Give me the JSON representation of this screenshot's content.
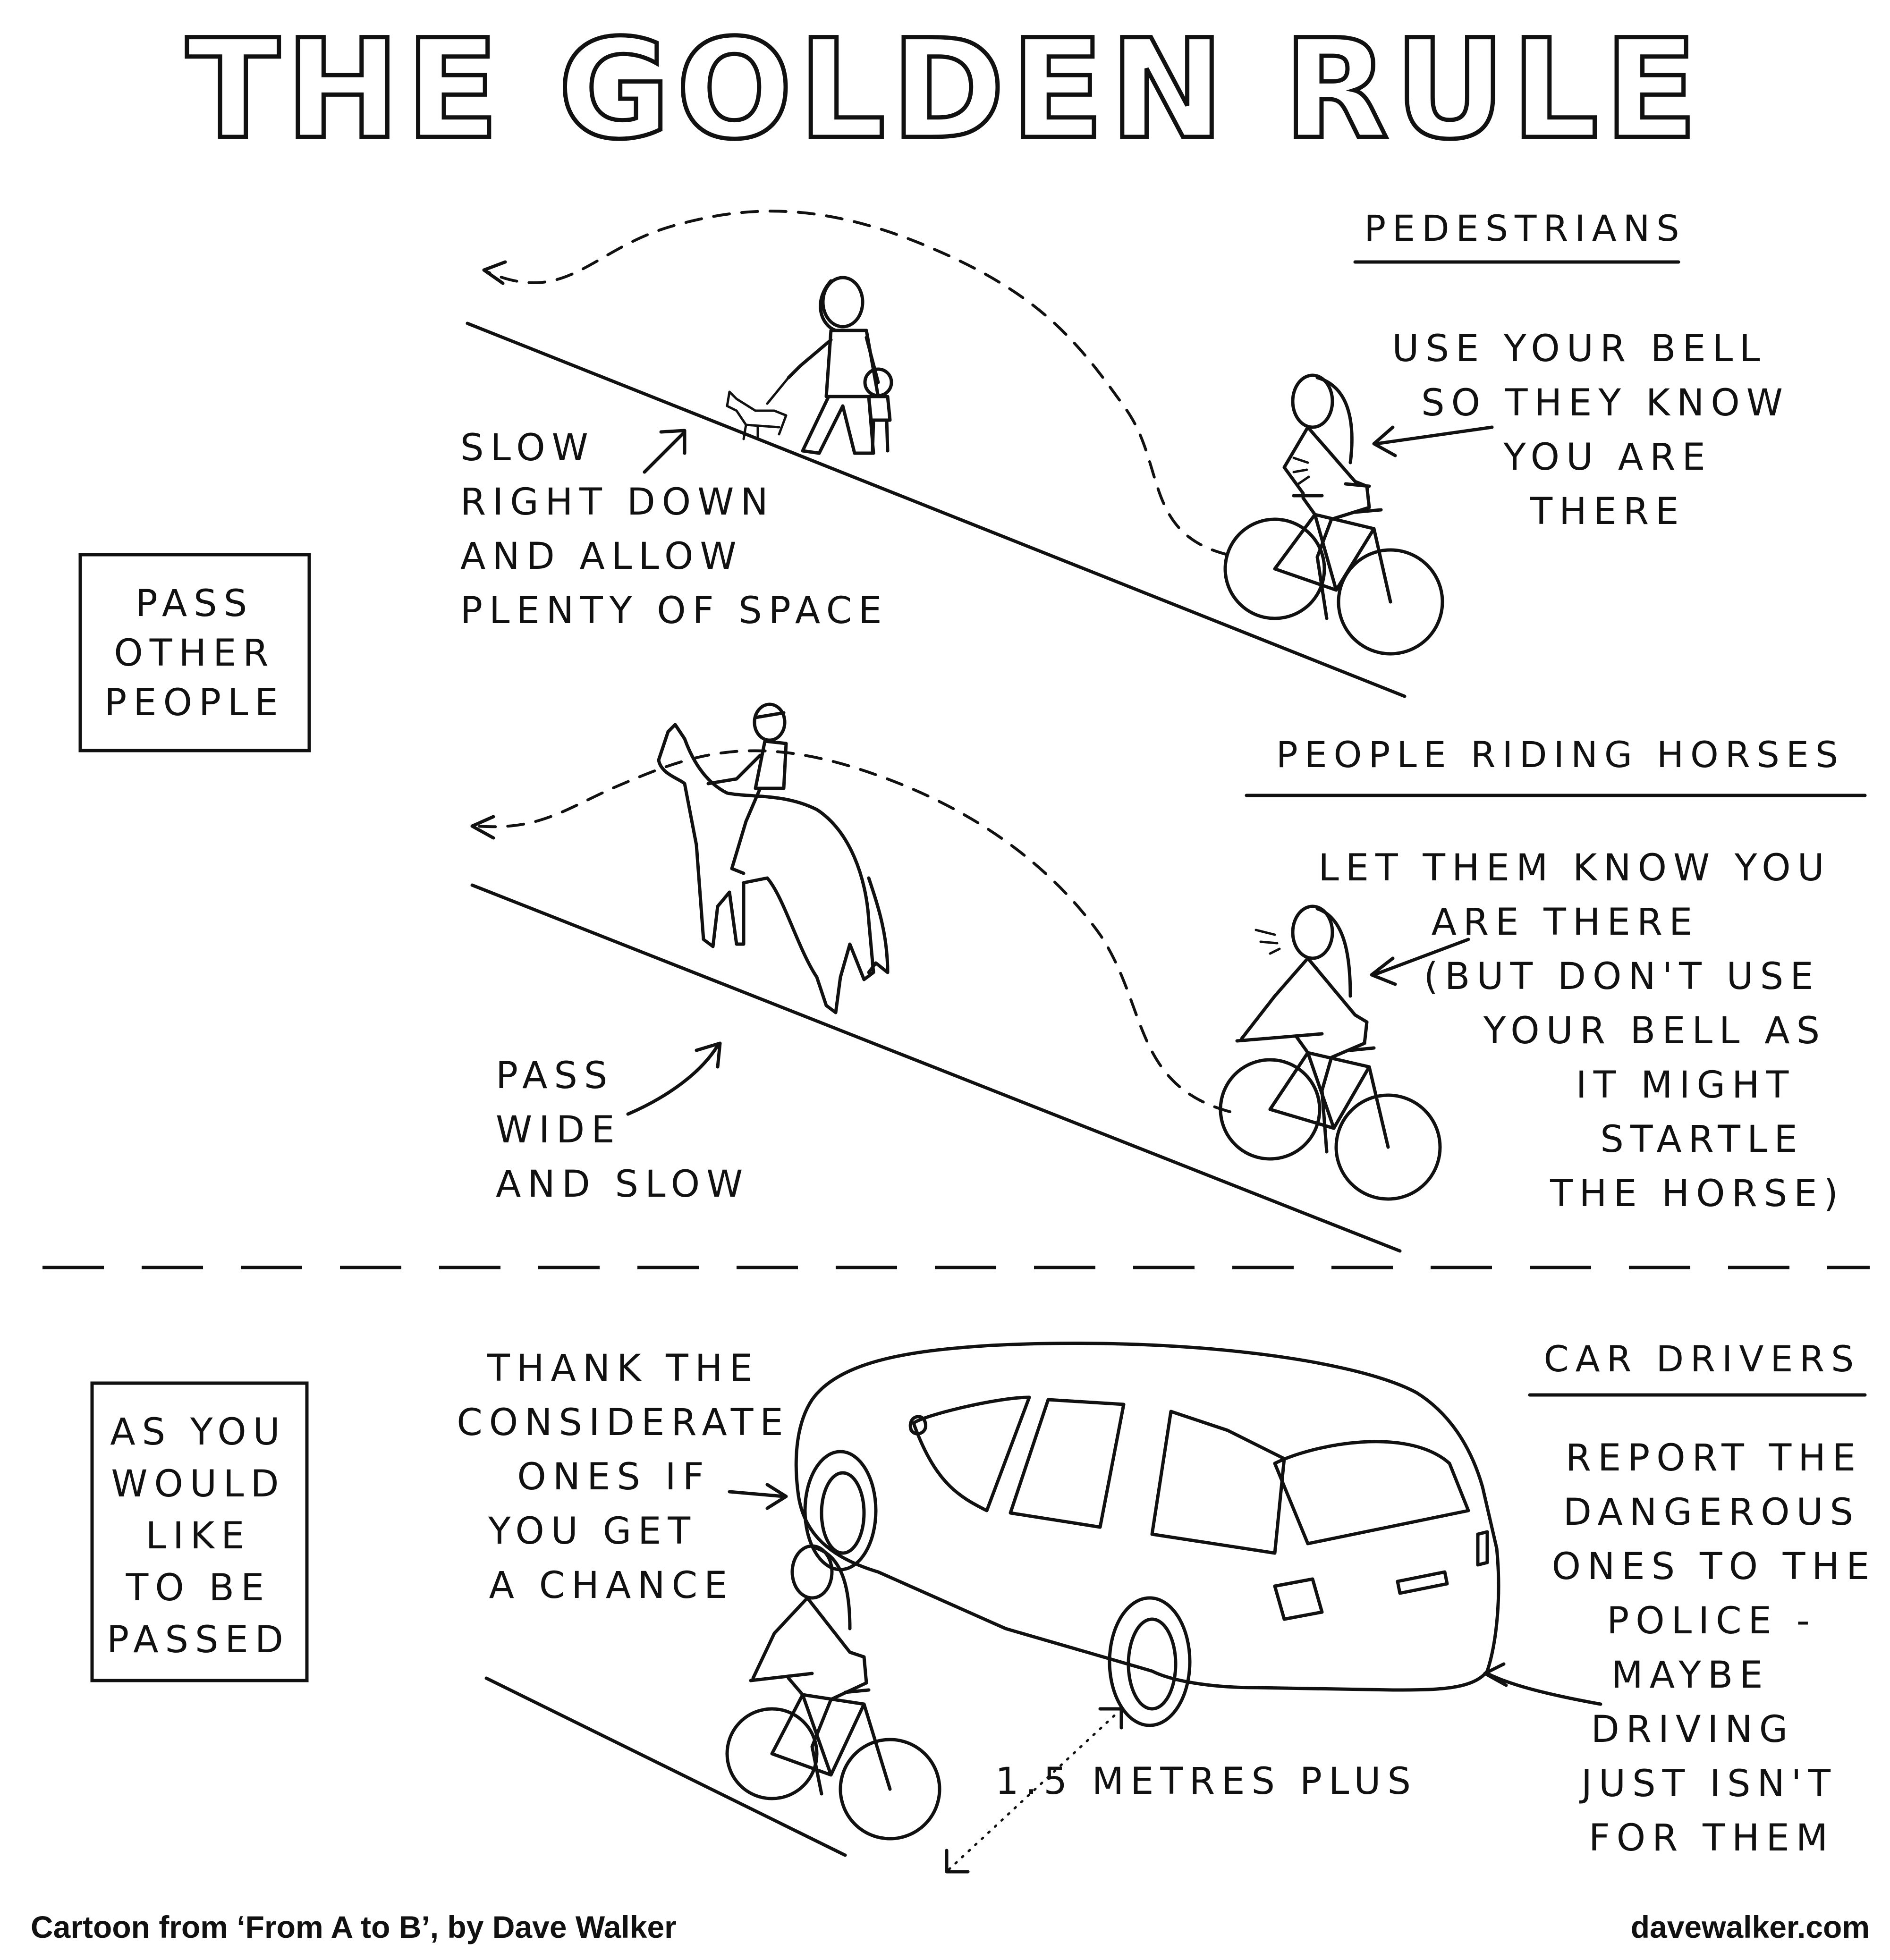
{
  "title": "THE GOLDEN RULE",
  "side_box_top": [
    "PASS",
    "OTHER",
    "PEOPLE"
  ],
  "side_box_bottom": [
    "AS YOU",
    "WOULD",
    "LIKE",
    "TO BE",
    "PASSED"
  ],
  "pedestrians": {
    "heading": "PEDESTRIANS",
    "advice": [
      "USE YOUR BELL",
      "SO THEY KNOW",
      "YOU ARE",
      "THERE"
    ],
    "caption": [
      "SLOW",
      "RIGHT DOWN",
      "AND ALLOW",
      "PLENTY OF SPACE"
    ]
  },
  "horses": {
    "heading": "PEOPLE RIDING HORSES",
    "advice": [
      "LET THEM KNOW YOU",
      "ARE THERE",
      "(BUT DON'T USE",
      "YOUR BELL AS",
      "IT MIGHT",
      "STARTLE",
      "THE HORSE)"
    ],
    "caption": [
      "PASS",
      "WIDE",
      "AND SLOW"
    ]
  },
  "cars": {
    "heading": "CAR DRIVERS",
    "advice": [
      "REPORT THE",
      "DANGEROUS",
      "ONES TO THE",
      "POLICE -",
      "MAYBE",
      "DRIVING",
      "JUST ISN'T",
      "FOR THEM"
    ],
    "caption": [
      "THANK THE",
      "CONSIDERATE",
      "ONES IF",
      "YOU GET",
      "A CHANCE"
    ],
    "distance": "1.5 METRES PLUS"
  },
  "footer": {
    "credit": "Cartoon from ‘From A to B’, by Dave Walker",
    "site": "davewalker.com"
  },
  "icons": [
    "pedestrian-family-icon",
    "dog-icon",
    "horse-rider-icon",
    "cyclist-icon",
    "car-icon",
    "bell-ring-icon"
  ]
}
